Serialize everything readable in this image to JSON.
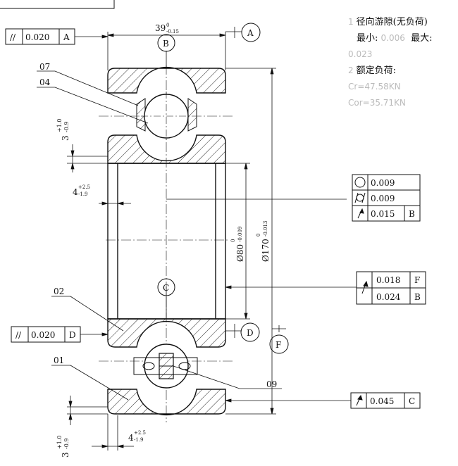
{
  "notes": {
    "n1": "1",
    "clearance_title": "径向游隙(无负荷)",
    "min_label": "最小:",
    "min_value": "0.006",
    "max_label": "最大:",
    "max_value": "0.023",
    "n2": "2",
    "load_title": "额定负荷:",
    "cr": "Cr=47.58KN",
    "cor": "Cor=35.71KN"
  },
  "dims": {
    "width_main": "39",
    "width_tol_up": "0",
    "width_tol_low": "-0.15",
    "bore_main": "Ø80",
    "bore_tol_up": "0",
    "bore_tol_low": "-0.009",
    "od_main": "Ø170",
    "od_tol_up": "0",
    "od_tol_low": "-0.013",
    "chamfer_main": "3",
    "chamfer_tol_up": "+1.0",
    "chamfer_tol_low": "-0.9",
    "edge_main": "4",
    "edge_tol_up": "+2.5",
    "edge_tol_low": "-1.9"
  },
  "datums": {
    "A": "A",
    "B": "B",
    "C": "C",
    "D": "D",
    "F": "F"
  },
  "parts": {
    "p07": "07",
    "p04": "04",
    "p02": "02",
    "p01": "01",
    "p09": "09"
  },
  "fcf": {
    "top_sym": "//",
    "top_val": "0.020",
    "top_ref": "A",
    "d_sym": "//",
    "d_val": "0.020",
    "d_ref": "D",
    "circ_val": "0.009",
    "cyl_val": "0.009",
    "run1_val": "0.015",
    "run1_ref": "B",
    "run2a_val": "0.018",
    "run2a_ref": "F",
    "run2b_val": "0.024",
    "run2b_ref": "B",
    "run3_val": "0.045",
    "run3_ref": "C"
  }
}
